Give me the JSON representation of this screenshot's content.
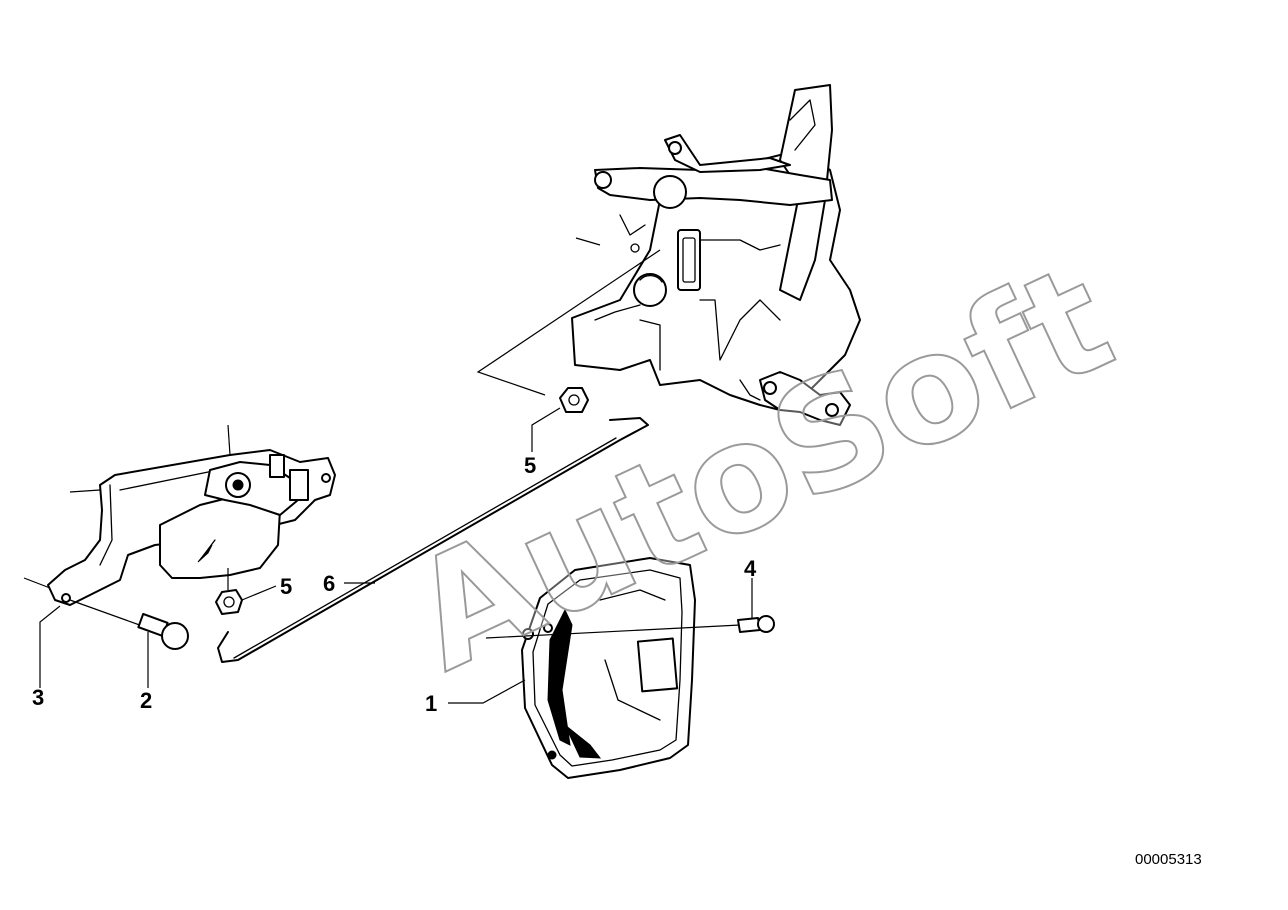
{
  "diagram": {
    "callouts": [
      {
        "id": "label-1",
        "text": "1"
      },
      {
        "id": "label-2",
        "text": "2"
      },
      {
        "id": "label-3",
        "text": "3"
      },
      {
        "id": "label-4",
        "text": "4"
      },
      {
        "id": "label-5a",
        "text": "5"
      },
      {
        "id": "label-5b",
        "text": "5"
      },
      {
        "id": "label-6",
        "text": "6"
      }
    ],
    "watermark": "AutoSoft",
    "reference_number": "00005313"
  }
}
